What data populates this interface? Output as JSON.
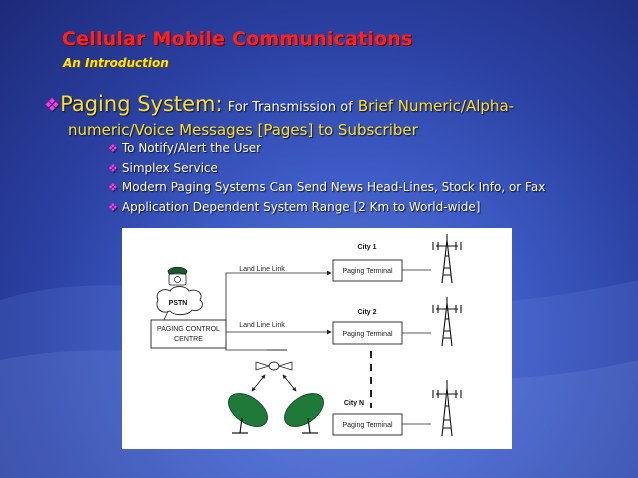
{
  "slide": {
    "title": "Cellular Mobile Communications",
    "subtitle": "An Introduction",
    "main_bullet": {
      "label": "Paging System:",
      "for_text": "For Transmission of",
      "highlight_1": "Brief Numeric/Alpha-",
      "highlight_2": "numeric/Voice Messages [Pages] to Subscriber"
    },
    "sub_bullets": [
      "To Notify/Alert the User",
      "Simplex Service",
      "Modern Paging Systems Can Send News Head-Lines, Stock Info, or Fax",
      "Application Dependent System Range [2 Km to World-wide]"
    ]
  },
  "diagram": {
    "pstn": "PSTN",
    "control_line1": "PAGING CONTROL",
    "control_line2": "CENTRE",
    "link1": "Land Line Link",
    "link2": "Land Line Link",
    "city1": "City 1",
    "city2": "City 2",
    "cityN": "City N",
    "terminal1": "Paging Terminal",
    "terminal2": "Paging Terminal",
    "terminal3": "Paging Terminal"
  }
}
